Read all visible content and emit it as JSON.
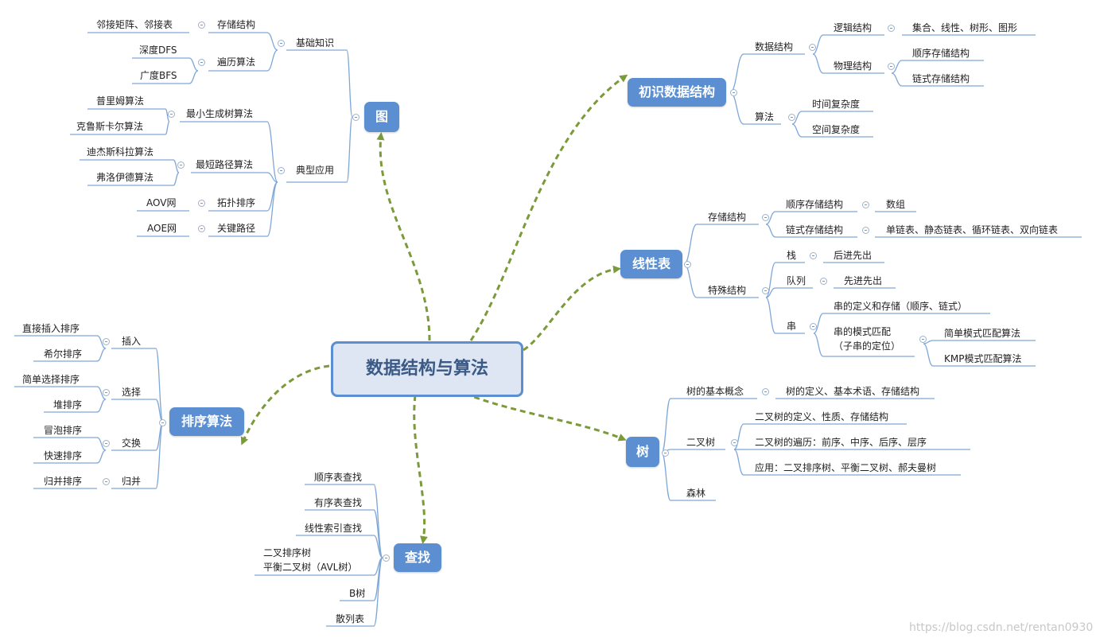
{
  "root": "数据结构与算法",
  "branches": {
    "graph": {
      "title": "图",
      "basic": {
        "label": "基础知识",
        "storage": {
          "label": "存储结构",
          "items": [
            "邻接矩阵、邻接表"
          ]
        },
        "traverse": {
          "label": "遍历算法",
          "items": [
            "深度DFS",
            "广度BFS"
          ]
        }
      },
      "apps": {
        "label": "典型应用",
        "mst": {
          "label": "最小生成树算法",
          "items": [
            "普里姆算法",
            "克鲁斯卡尔算法"
          ]
        },
        "sp": {
          "label": "最短路径算法",
          "items": [
            "迪杰斯科拉算法",
            "弗洛伊德算法"
          ]
        },
        "topo": {
          "label": "拓扑排序",
          "items": [
            "AOV网"
          ]
        },
        "cp": {
          "label": "关键路径",
          "items": [
            "AOE网"
          ]
        }
      }
    },
    "intro": {
      "title": "初识数据结构",
      "ds": {
        "label": "数据结构",
        "logical": {
          "label": "逻辑结构",
          "items": [
            "集合、线性、树形、图形"
          ]
        },
        "physical": {
          "label": "物理结构",
          "items": [
            "顺序存储结构",
            "链式存储结构"
          ]
        }
      },
      "algo": {
        "label": "算法",
        "items": [
          "时间复杂度",
          "空间复杂度"
        ]
      }
    },
    "linear": {
      "title": "线性表",
      "storage": {
        "label": "存储结构",
        "seq": {
          "label": "顺序存储结构",
          "items": [
            "数组"
          ]
        },
        "link": {
          "label": "链式存储结构",
          "items": [
            "单链表、静态链表、循环链表、双向链表"
          ]
        }
      },
      "special": {
        "label": "特殊结构",
        "stack": {
          "label": "栈",
          "items": [
            "后进先出"
          ]
        },
        "queue": {
          "label": "队列",
          "items": [
            "先进先出"
          ]
        },
        "string": {
          "label": "串",
          "def": "串的定义和存储（顺序、链式）",
          "match": {
            "label_line1": "串的模式匹配",
            "label_line2": "（子串的定位）",
            "items": [
              "简单模式匹配算法",
              "KMP模式匹配算法"
            ]
          }
        }
      }
    },
    "tree": {
      "title": "树",
      "basic": {
        "label": "树的基本概念",
        "items": [
          "树的定义、基本术语、存储结构"
        ]
      },
      "binary": {
        "label": "二叉树",
        "items": [
          "二叉树的定义、性质、存储结构",
          "二叉树的遍历：前序、中序、后序、层序",
          "应用：二叉排序树、平衡二叉树、郝夫曼树"
        ]
      },
      "forest": {
        "label": "森林"
      }
    },
    "search": {
      "title": "查找",
      "items": [
        "顺序表查找",
        "有序表查找",
        "线性索引查找",
        "二叉排序树",
        "平衡二叉树（AVL树）",
        "B树",
        "散列表"
      ]
    },
    "sort": {
      "title": "排序算法",
      "insert": {
        "label": "插入",
        "items": [
          "直接插入排序",
          "希尔排序"
        ]
      },
      "select": {
        "label": "选择",
        "items": [
          "简单选择排序",
          "堆排序"
        ]
      },
      "swap": {
        "label": "交换",
        "items": [
          "冒泡排序",
          "快速排序"
        ]
      },
      "merge": {
        "label": "归并",
        "items": [
          "归并排序"
        ]
      }
    }
  },
  "watermark": "https://blog.csdn.net/rentan0930",
  "colors": {
    "node": "#5b8fd1",
    "line": "#7ea7d8",
    "arrow": "#7b9a3a",
    "center_bg": "#dde6f2"
  }
}
